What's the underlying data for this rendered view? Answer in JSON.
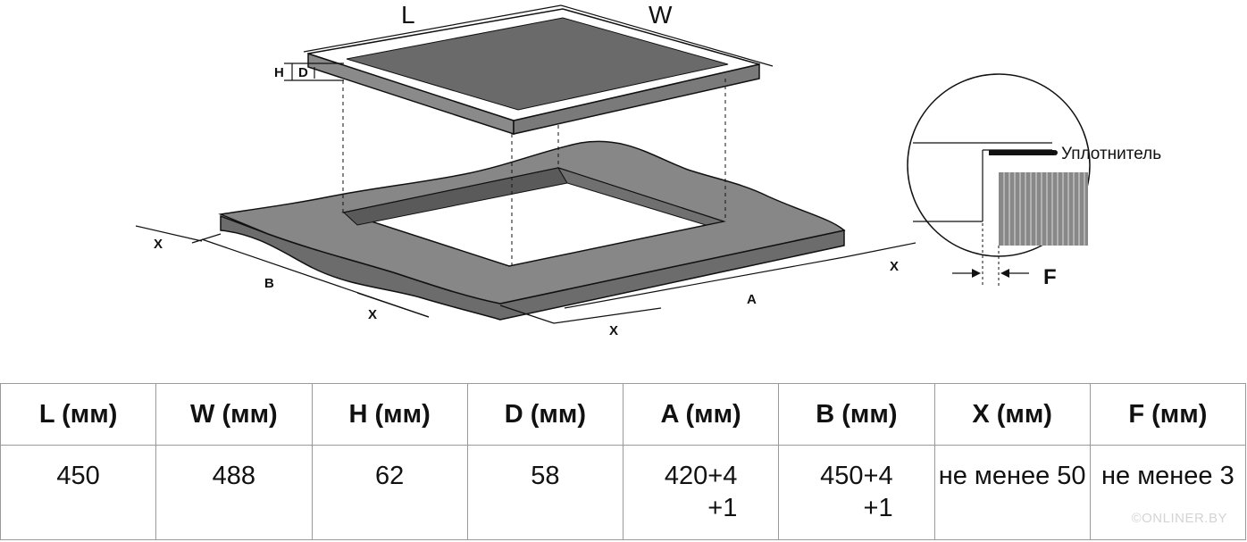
{
  "diagram": {
    "labels": {
      "L": "L",
      "W": "W",
      "H": "H",
      "D": "D",
      "A": "A",
      "B": "B",
      "X": "X",
      "F": "F",
      "seal": "Уплотнитель"
    }
  },
  "table": {
    "headers": [
      "L (мм)",
      "W (мм)",
      "H (мм)",
      "D (мм)",
      "A (мм)",
      "B (мм)",
      "X (мм)",
      "F (мм)"
    ],
    "values": [
      [
        "450"
      ],
      [
        "488"
      ],
      [
        "62"
      ],
      [
        "58"
      ],
      [
        "420+4",
        "+1"
      ],
      [
        "450+4",
        "+1"
      ],
      [
        "не менее 50"
      ],
      [
        "не менее 3"
      ]
    ]
  },
  "watermark": "©ONLINER.BY",
  "colors": {
    "panel_gray": "#878787",
    "panel_dark": "#6c6c6c",
    "top_glass": "#6a6a6a",
    "line": "#111111",
    "table_border": "#9a9a9a"
  }
}
